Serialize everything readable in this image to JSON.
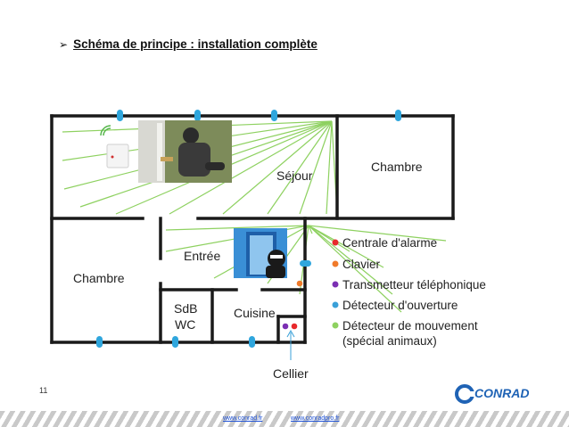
{
  "slide": {
    "title": "Schéma de principe : installation complète",
    "page_number": "11"
  },
  "rooms": {
    "sejour": "Séjour",
    "chambre_top": "Chambre",
    "chambre_left": "Chambre",
    "entree": "Entrée",
    "sdb": "SdB",
    "wc": "WC",
    "cuisine": "Cuisine",
    "cellier": "Cellier"
  },
  "legend": {
    "items": [
      {
        "label": "Centrale d'alarme",
        "color": "#e8292c"
      },
      {
        "label": "Clavier",
        "color": "#f07a2a"
      },
      {
        "label": "Transmetteur téléphonique",
        "color": "#7b2fb3"
      },
      {
        "label": "Détecteur d'ouverture",
        "color": "#3aa0d8"
      },
      {
        "label": "Détecteur de mouvement",
        "color": "#8ed160"
      }
    ],
    "sub_label": "(spécial animaux)"
  },
  "colors": {
    "wall": "#1a1a1a",
    "ray": "#8ed160",
    "sensor": "#2fa6dd"
  },
  "footer": {
    "link1": "www.conrad.fr",
    "link2": "www.conradpro.fr",
    "logo": "CONRAD"
  }
}
